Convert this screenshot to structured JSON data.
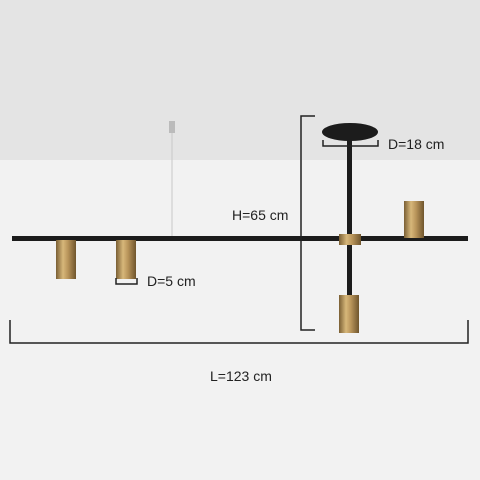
{
  "product": {
    "dimensions": {
      "diameter_canopy": "D=18 cm",
      "height": "H=65 cm",
      "diameter_spot": "D=5 cm",
      "length": "L=123 cm"
    },
    "colors": {
      "background_wall": "#f2f2f2",
      "ceiling": "#e4e4e4",
      "fixture_black": "#1c1c1c",
      "brass": "#b8945a",
      "dimension_lines": "#222222"
    }
  }
}
